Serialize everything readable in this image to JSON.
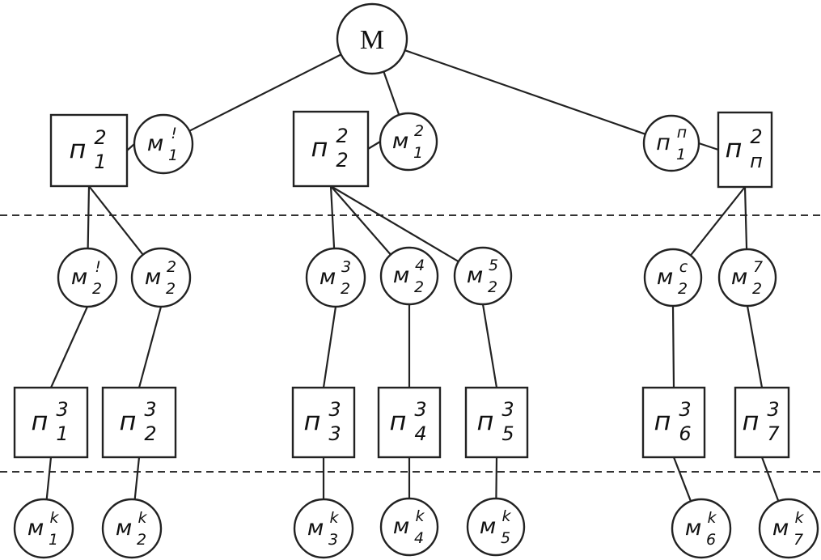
{
  "root": {
    "id": "M",
    "text": "M"
  },
  "nodes": [
    {
      "id": "P2_1",
      "shape": "square",
      "base": "п",
      "sup": "2",
      "sub": "1"
    },
    {
      "id": "M1_1",
      "shape": "circle",
      "base": "м",
      "sup": "!",
      "sub": "1"
    },
    {
      "id": "P2_2",
      "shape": "square",
      "base": "п",
      "sup": "2",
      "sub": "2"
    },
    {
      "id": "M2_1",
      "shape": "circle",
      "base": "м",
      "sup": "2",
      "sub": "1"
    },
    {
      "id": "Pn_1",
      "shape": "circle",
      "base": "п",
      "sup": "п",
      "sub": "1"
    },
    {
      "id": "P2_n",
      "shape": "square",
      "base": "п",
      "sup": "2",
      "sub": "п"
    },
    {
      "id": "M1_2",
      "shape": "circle",
      "base": "м",
      "sup": "!",
      "sub": "2"
    },
    {
      "id": "M2_2",
      "shape": "circle",
      "base": "м",
      "sup": "2",
      "sub": "2"
    },
    {
      "id": "M3_2",
      "shape": "circle",
      "base": "м",
      "sup": "3",
      "sub": "2"
    },
    {
      "id": "M4_2",
      "shape": "circle",
      "base": "м",
      "sup": "4",
      "sub": "2"
    },
    {
      "id": "M5_2",
      "shape": "circle",
      "base": "м",
      "sup": "5",
      "sub": "2"
    },
    {
      "id": "M6_2",
      "shape": "circle",
      "base": "м",
      "sup": "с",
      "sub": "2"
    },
    {
      "id": "M7_2",
      "shape": "circle",
      "base": "м",
      "sup": "7",
      "sub": "2"
    },
    {
      "id": "P3_1",
      "shape": "square",
      "base": "п",
      "sup": "3",
      "sub": "1"
    },
    {
      "id": "P3_2",
      "shape": "square",
      "base": "п",
      "sup": "3",
      "sub": "2"
    },
    {
      "id": "P3_3",
      "shape": "square",
      "base": "п",
      "sup": "3",
      "sub": "3"
    },
    {
      "id": "P3_4",
      "shape": "square",
      "base": "п",
      "sup": "3",
      "sub": "4"
    },
    {
      "id": "P3_5",
      "shape": "square",
      "base": "п",
      "sup": "3",
      "sub": "5"
    },
    {
      "id": "P3_6",
      "shape": "square",
      "base": "п",
      "sup": "3",
      "sub": "6"
    },
    {
      "id": "P3_7",
      "shape": "square",
      "base": "п",
      "sup": "3",
      "sub": "7"
    },
    {
      "id": "Mk_1",
      "shape": "circle",
      "base": "м",
      "sup": "k",
      "sub": "1"
    },
    {
      "id": "Mk_2",
      "shape": "circle",
      "base": "м",
      "sup": "k",
      "sub": "2"
    },
    {
      "id": "Mk_3",
      "shape": "circle",
      "base": "м",
      "sup": "k",
      "sub": "3"
    },
    {
      "id": "Mk_4",
      "shape": "circle",
      "base": "м",
      "sup": "k",
      "sub": "4"
    },
    {
      "id": "Mk_5",
      "shape": "circle",
      "base": "м",
      "sup": "k",
      "sub": "5"
    },
    {
      "id": "Mk_6",
      "shape": "circle",
      "base": "м",
      "sup": "k",
      "sub": "6"
    },
    {
      "id": "Mk_7",
      "shape": "circle",
      "base": "м",
      "sup": "k",
      "sub": "7"
    }
  ],
  "edges": [
    [
      "M",
      "M1_1"
    ],
    [
      "M",
      "M2_1"
    ],
    [
      "M",
      "Pn_1"
    ],
    [
      "P2_1",
      "M1_1"
    ],
    [
      "P2_2",
      "M2_1"
    ],
    [
      "Pn_1",
      "P2_n"
    ],
    [
      "P2_1",
      "M1_2"
    ],
    [
      "P2_1",
      "M2_2"
    ],
    [
      "P2_2",
      "M3_2"
    ],
    [
      "P2_2",
      "M4_2"
    ],
    [
      "P2_2",
      "M5_2"
    ],
    [
      "P2_n",
      "M6_2"
    ],
    [
      "P2_n",
      "M7_2"
    ],
    [
      "M1_2",
      "P3_1"
    ],
    [
      "M2_2",
      "P3_2"
    ],
    [
      "M3_2",
      "P3_3"
    ],
    [
      "M4_2",
      "P3_4"
    ],
    [
      "M5_2",
      "P3_5"
    ],
    [
      "M6_2",
      "P3_6"
    ],
    [
      "M7_2",
      "P3_7"
    ],
    [
      "P3_1",
      "Mk_1"
    ],
    [
      "P3_2",
      "Mk_2"
    ],
    [
      "P3_3",
      "Mk_3"
    ],
    [
      "P3_4",
      "Mk_4"
    ],
    [
      "P3_5",
      "Mk_5"
    ],
    [
      "P3_6",
      "Mk_6"
    ],
    [
      "P3_7",
      "Mk_7"
    ]
  ]
}
